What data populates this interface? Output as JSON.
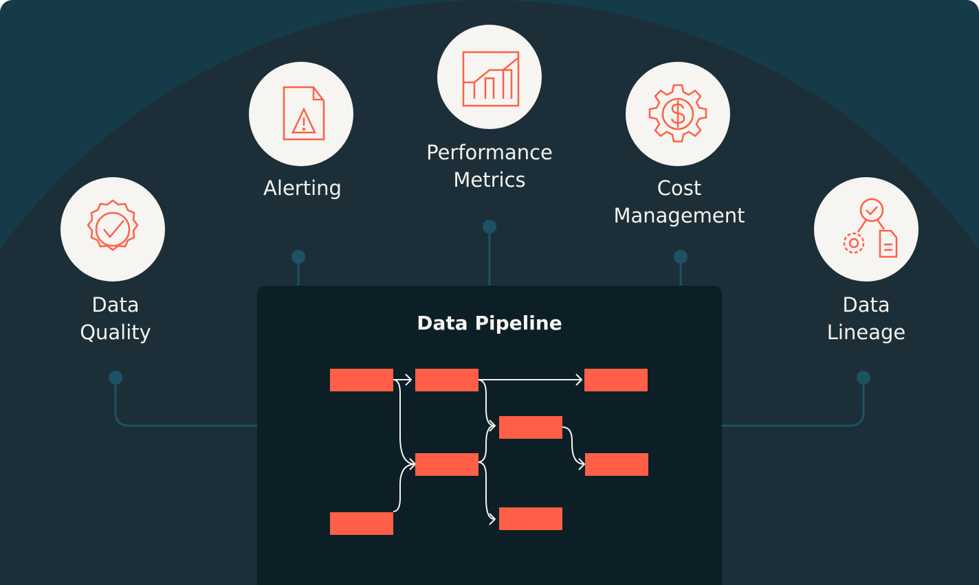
{
  "colors": {
    "accent": "#ff5f46",
    "node_bg": "#f7f5f1",
    "connector": "#1d5264",
    "panel": "#0d1f26"
  },
  "nodes": [
    {
      "id": "data-quality",
      "label": "Data\nQuality",
      "icon": "badge-check-icon"
    },
    {
      "id": "alerting",
      "label": "Alerting",
      "icon": "document-warning-icon"
    },
    {
      "id": "performance-metrics",
      "label": "Performance\nMetrics",
      "icon": "chart-trend-icon"
    },
    {
      "id": "cost-management",
      "label": "Cost\nManagement",
      "icon": "gear-dollar-icon"
    },
    {
      "id": "data-lineage",
      "label": "Data\nLineage",
      "icon": "lineage-icon"
    }
  ],
  "pipeline": {
    "title": "Data Pipeline",
    "stage_count": 8
  }
}
